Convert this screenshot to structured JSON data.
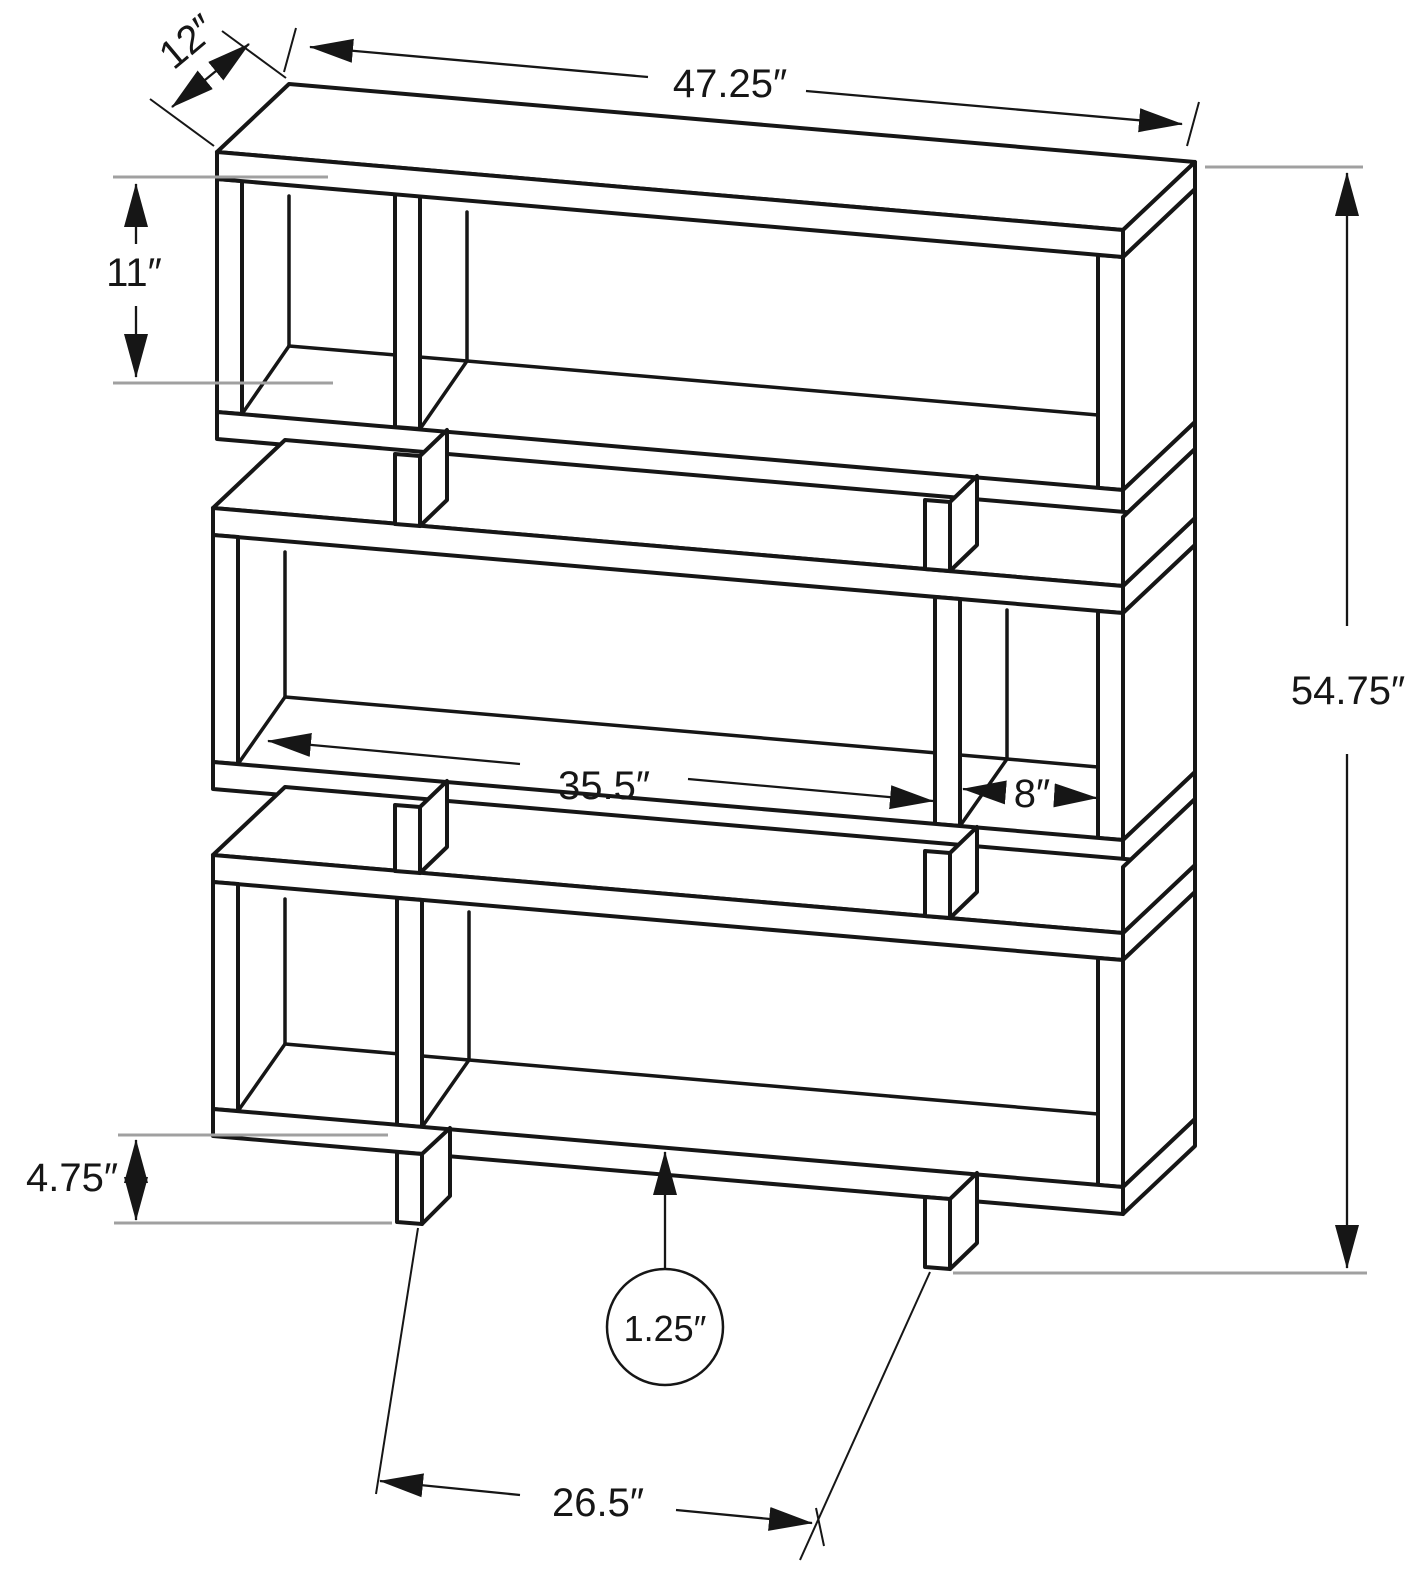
{
  "diagram": {
    "type": "furniture-dimension-drawing",
    "subject": "3-tier staggered open bookcase",
    "units": "inches",
    "colors": {
      "line": "#161616",
      "extension_line": "#a0a0a0",
      "background": "#ffffff"
    },
    "labels": {
      "overall_width": "47.25″",
      "depth": "12″",
      "top_opening_height": "11″",
      "overall_height": "54.75″",
      "center_opening_width": "35.5″",
      "side_opening_width": "8″",
      "base_clearance_height": "4.75″",
      "shelf_thickness": "1.25″",
      "base_span_width": "26.5″"
    },
    "values": {
      "overall_width": 47.25,
      "depth": 12,
      "top_opening_height": 11,
      "overall_height": 54.75,
      "center_opening_width": 35.5,
      "side_opening_width": 8,
      "base_clearance_height": 4.75,
      "shelf_thickness": 1.25,
      "base_span_width": 26.5
    }
  }
}
